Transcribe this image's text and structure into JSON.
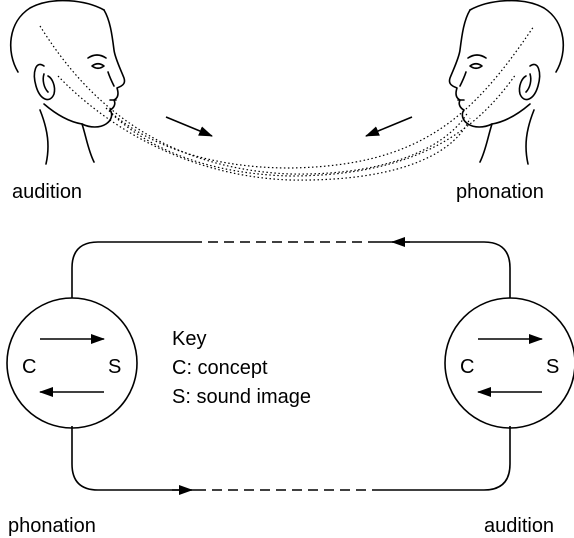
{
  "top": {
    "left_label": "audition",
    "right_label": "phonation"
  },
  "bottom": {
    "left_label": "phonation",
    "right_label": "audition",
    "left_circle": {
      "left_letter": "C",
      "right_letter": "S"
    },
    "right_circle": {
      "left_letter": "C",
      "right_letter": "S"
    }
  },
  "key": {
    "title": "Key",
    "line1": "C: concept",
    "line2": "S: sound image"
  }
}
